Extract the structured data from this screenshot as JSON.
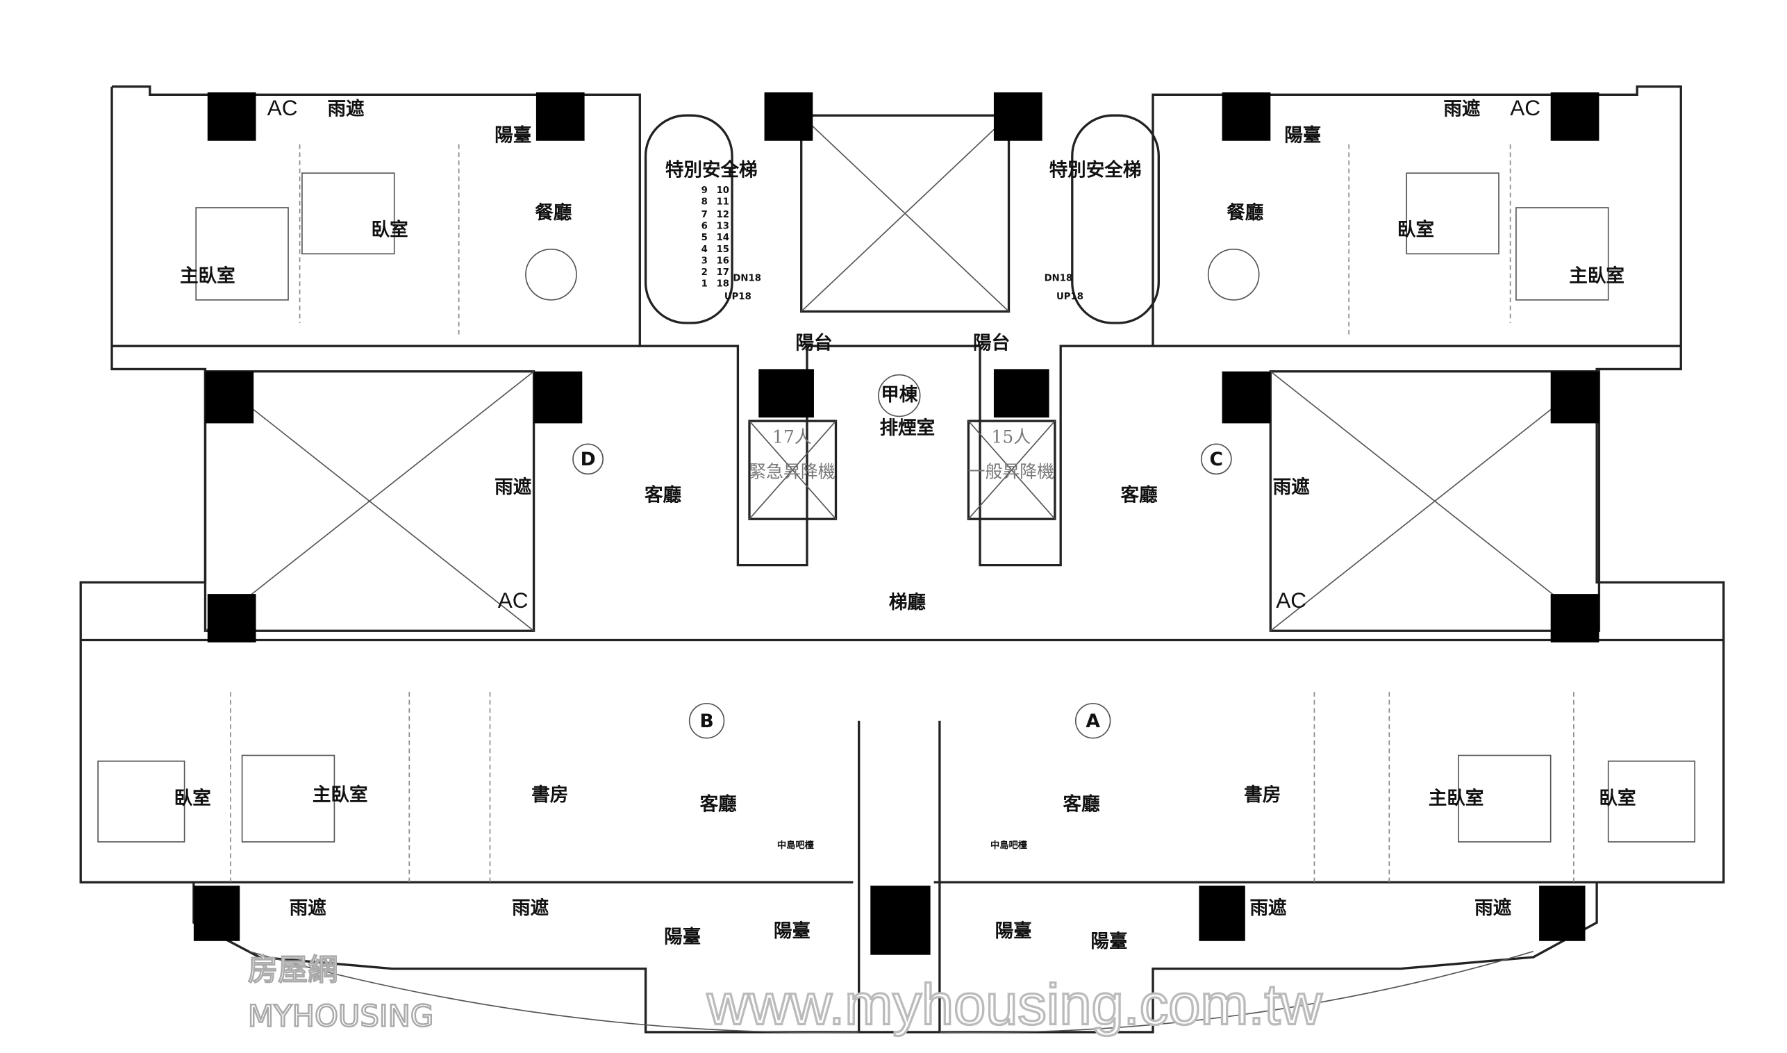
{
  "title": "甲棟 floor plan",
  "labels": {
    "ac_tl": "AC",
    "canopy_tl": "雨遮",
    "balcony_tl": "陽臺",
    "bedroom_tl": "臥室",
    "master_tl": "主臥室",
    "dining_tl": "餐廳",
    "ac_tr": "AC",
    "canopy_tr": "雨遮",
    "balcony_tr": "陽臺",
    "bedroom_tr": "臥室",
    "master_tr": "主臥室",
    "dining_tr": "餐廳",
    "stair_l": "特別安全梯",
    "stair_r": "特別安全梯",
    "dn_l": "DN18",
    "up_l": "UP18",
    "dn_r": "DN18",
    "up_r": "UP18",
    "balcony_cl": "陽台",
    "balcony_cr": "陽台",
    "building": "甲棟",
    "smoke_room": "排煙室",
    "elev1_cap": "17人",
    "elev1_type": "緊急昇降機",
    "elev2_cap": "15人",
    "elev2_type": "一般昇降機",
    "unit_d": "D",
    "unit_c": "C",
    "unit_b": "B",
    "unit_a": "A",
    "living_d": "客廳",
    "canopy_d": "雨遮",
    "ac_d": "AC",
    "living_c": "客廳",
    "canopy_c": "雨遮",
    "ac_c": "AC",
    "lobby": "梯廳",
    "bedroom_b": "臥室",
    "master_b": "主臥室",
    "study_b": "書房",
    "living_b": "客廳",
    "bar_b": "中島吧檯",
    "bar_a": "中島吧檯",
    "living_a": "客廳",
    "study_a": "書房",
    "master_a": "主臥室",
    "bedroom_a": "臥室",
    "canopy_b1": "雨遮",
    "canopy_b2": "雨遮",
    "balcony_b1": "陽臺",
    "balcony_b2": "陽臺",
    "balcony_a1": "陽臺",
    "balcony_a2": "陽臺",
    "canopy_a1": "雨遮",
    "canopy_a2": "雨遮"
  },
  "stair_steps_left": [
    "9",
    "8",
    "7",
    "6",
    "5",
    "4",
    "3",
    "2",
    "1"
  ],
  "stair_steps_left2": [
    "10",
    "11",
    "12",
    "13",
    "14",
    "15",
    "16",
    "17",
    "18"
  ],
  "watermark": {
    "brand": "房屋網",
    "logo": "MYHOUSING",
    "url": "www.myhousing.com.tw"
  }
}
